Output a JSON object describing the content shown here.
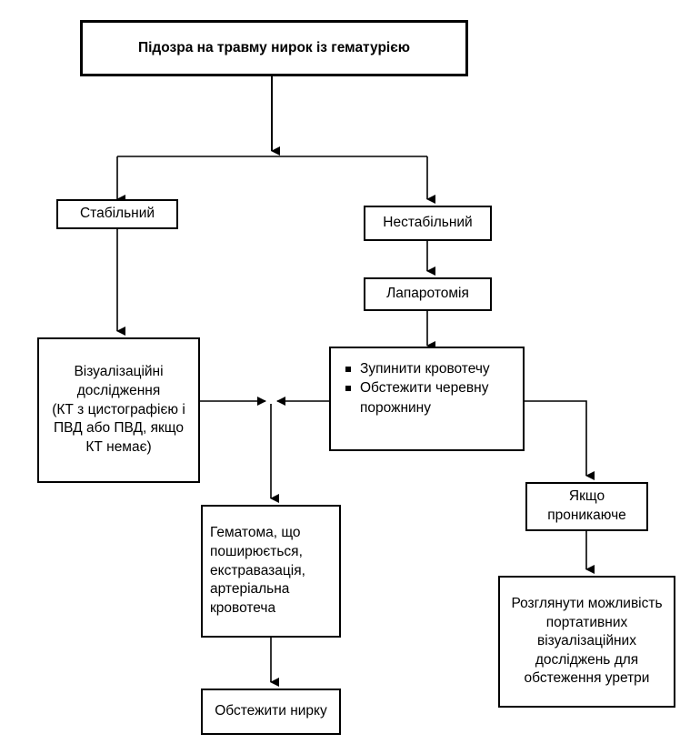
{
  "diagram": {
    "title": "Підозра на травму нирок із гематурією",
    "language": "uk",
    "colors": {
      "background": "#ffffff",
      "stroke": "#000000",
      "text": "#000000"
    },
    "nodes": {
      "suspected_trauma": "Підозра на травму нирок із гематурією",
      "stable": "Стабільний",
      "unstable": "Нестабільний",
      "laparotomy": "Лапаротомія",
      "imaging": "Візуалізаційні дослідження\n(КТ з цистографією і ПВД або ПВД, якщо КТ немає)",
      "operative_bullet_1": "Зупинити кровотечу",
      "operative_bullet_2": "Обстежити черевну порожнину",
      "hematoma": "Гематома, що поширюється, екстравазація, артеріальна кровотеча",
      "if_penetrating": "Якщо проникаюче",
      "portable_imaging": "Розглянути можливість портативних візуалізаційних досліджень для обстеження уретри",
      "explore_kidney": "Обстежити нирку"
    }
  }
}
